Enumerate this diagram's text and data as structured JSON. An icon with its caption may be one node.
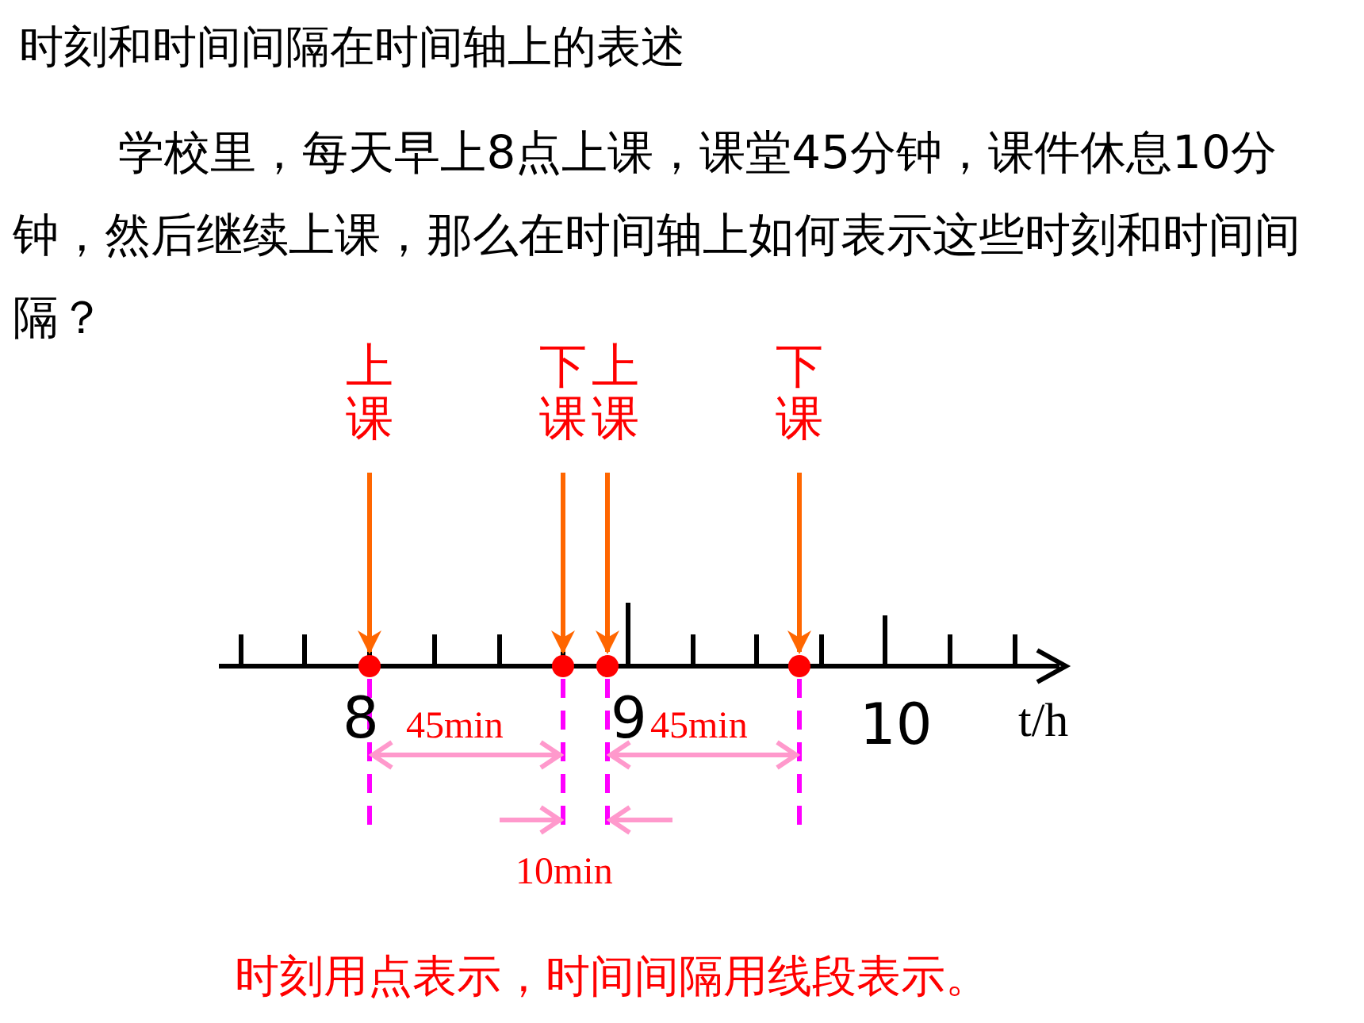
{
  "diagram": {
    "title": "时刻和时间间隔在时间轴上的表述",
    "nodes": [
      {
        "text": [
          "上课"
        ]
      },
      {
        "text": [
          "下课"
        ]
      },
      {
        "text": [
          "上课"
        ]
      },
      {
        "text": [
          "下课"
        ]
      },
      {
        "text": [],
        "shape": "circle"
      },
      {
        "text": [],
        "shape": "circle"
      },
      {
        "text": [],
        "shape": "circle"
      },
      {
        "text": [],
        "shape": "circle"
      }
    ],
    "edges": [
      {
        "from": 0,
        "to": 4,
        "arrow": "to"
      },
      {
        "from": 1,
        "to": 5,
        "arrow": "to"
      },
      {
        "from": 2,
        "to": 6,
        "arrow": "to"
      },
      {
        "from": 3,
        "to": 7,
        "arrow": "to"
      }
    ],
    "labels": [
      "学校里，每天早上8点上课，课堂45分钟，课件休息10分钟，然后继续上课，那么在时间轴上如何表示这些时刻和时间间隔？",
      "8",
      "45min",
      "9",
      "45min",
      "10",
      "t/h",
      "10min",
      "时刻用点表示，时间间隔用线段表示。"
    ]
  }
}
